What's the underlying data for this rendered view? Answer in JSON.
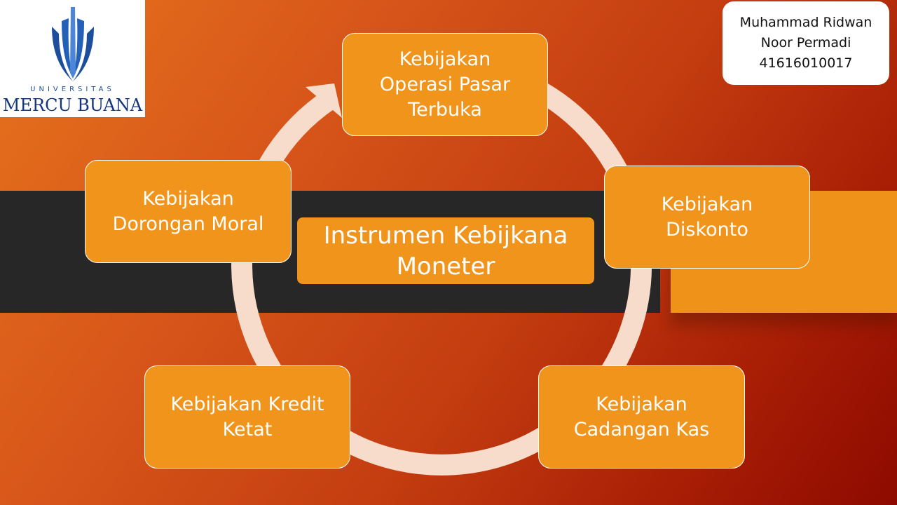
{
  "logo": {
    "line1": "UNIVERSITAS",
    "line2": "MERCU BUANA"
  },
  "author": {
    "line1": "Muhammad Ridwan",
    "line2": "Noor Permadi",
    "line3": "41616010017"
  },
  "center": {
    "line1": "Instrumen Kebijkana",
    "line2": "Moneter"
  },
  "nodes": {
    "operasi": {
      "line1": "Kebijakan",
      "line2": "Operasi Pasar",
      "line3": "Terbuka"
    },
    "diskonto": {
      "line1": "Kebijakan",
      "line2": "Diskonto"
    },
    "cadangan": {
      "line1": "Kebijakan",
      "line2": "Cadangan Kas"
    },
    "kredit": {
      "line1": "Kebijakan Kredit",
      "line2": "Ketat"
    },
    "moral": {
      "line1": "Kebijakan",
      "line2": "Dorongan Moral"
    }
  },
  "colors": {
    "node_fill": "#f0941c",
    "ring": "#f8dccb",
    "dark_band": "#272727",
    "logo_blue": "#1d4e9c"
  }
}
